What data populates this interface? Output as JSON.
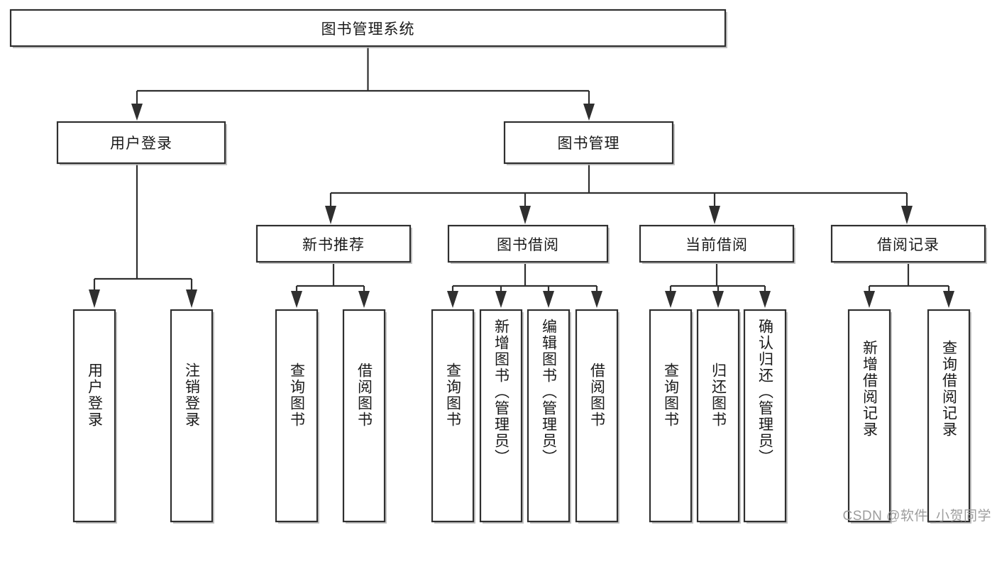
{
  "diagram": {
    "type": "tree",
    "title": "图书管理系统",
    "watermark": "CSDN @软件_小贺同学",
    "colors": {
      "box_fill": "#ffffff",
      "box_stroke": "#2f2f2f",
      "shadow": "#b9b9b9",
      "text": "#1a1a1a",
      "watermark": "#9d9d9d",
      "background": "#ffffff"
    },
    "levels": {
      "root": [
        "图书管理系统"
      ],
      "level1": [
        "用户登录",
        "图书管理"
      ],
      "level2": [
        "新书推荐",
        "图书借阅",
        "当前借阅",
        "借阅记录"
      ],
      "leaves": [
        "用户登录",
        "注销登录",
        "查询图书",
        "借阅图书",
        "查询图书",
        "新增图书（管理员）",
        "编辑图书（管理员）",
        "借阅图书",
        "查询图书",
        "归还图书",
        "确认归还（管理员）",
        "新增借阅记录",
        "查询借阅记录"
      ]
    },
    "nodes": {
      "root": {
        "label": "图书管理系统"
      },
      "user_login": {
        "label": "用户登录"
      },
      "book_manage": {
        "label": "图书管理"
      },
      "new_book_rec": {
        "label": "新书推荐"
      },
      "book_borrow": {
        "label": "图书借阅"
      },
      "current_borrow": {
        "label": "当前借阅"
      },
      "borrow_record": {
        "label": "借阅记录"
      },
      "leaf_user_login": {
        "label": "用户登录"
      },
      "leaf_user_logout": {
        "label": "注销登录"
      },
      "leaf_query_book_1": {
        "label": "查询图书"
      },
      "leaf_borrow_book_1": {
        "label": "借阅图书"
      },
      "leaf_query_book_2": {
        "label": "查询图书"
      },
      "leaf_add_book": {
        "label": "新增图书（管理员）"
      },
      "leaf_edit_book": {
        "label": "编辑图书（管理员）"
      },
      "leaf_borrow_book_2": {
        "label": "借阅图书"
      },
      "leaf_query_book_3": {
        "label": "查询图书"
      },
      "leaf_return_book": {
        "label": "归还图书"
      },
      "leaf_confirm_return": {
        "label": "确认归还（管理员）"
      },
      "leaf_add_record": {
        "label": "新增借阅记录"
      },
      "leaf_query_record": {
        "label": "查询借阅记录"
      }
    },
    "edges": [
      {
        "from": "图书管理系统",
        "to": "用户登录"
      },
      {
        "from": "图书管理系统",
        "to": "图书管理"
      },
      {
        "from": "用户登录",
        "to": "用户登录"
      },
      {
        "from": "用户登录",
        "to": "注销登录"
      },
      {
        "from": "图书管理",
        "to": "新书推荐"
      },
      {
        "from": "图书管理",
        "to": "图书借阅"
      },
      {
        "from": "图书管理",
        "to": "当前借阅"
      },
      {
        "from": "图书管理",
        "to": "借阅记录"
      },
      {
        "from": "新书推荐",
        "to": "查询图书"
      },
      {
        "from": "新书推荐",
        "to": "借阅图书"
      },
      {
        "from": "图书借阅",
        "to": "查询图书"
      },
      {
        "from": "图书借阅",
        "to": "新增图书（管理员）"
      },
      {
        "from": "图书借阅",
        "to": "编辑图书（管理员）"
      },
      {
        "from": "图书借阅",
        "to": "借阅图书"
      },
      {
        "from": "当前借阅",
        "to": "查询图书"
      },
      {
        "from": "当前借阅",
        "to": "归还图书"
      },
      {
        "from": "当前借阅",
        "to": "确认归还（管理员）"
      },
      {
        "from": "借阅记录",
        "to": "新增借阅记录"
      },
      {
        "from": "借阅记录",
        "to": "查询借阅记录"
      }
    ]
  }
}
